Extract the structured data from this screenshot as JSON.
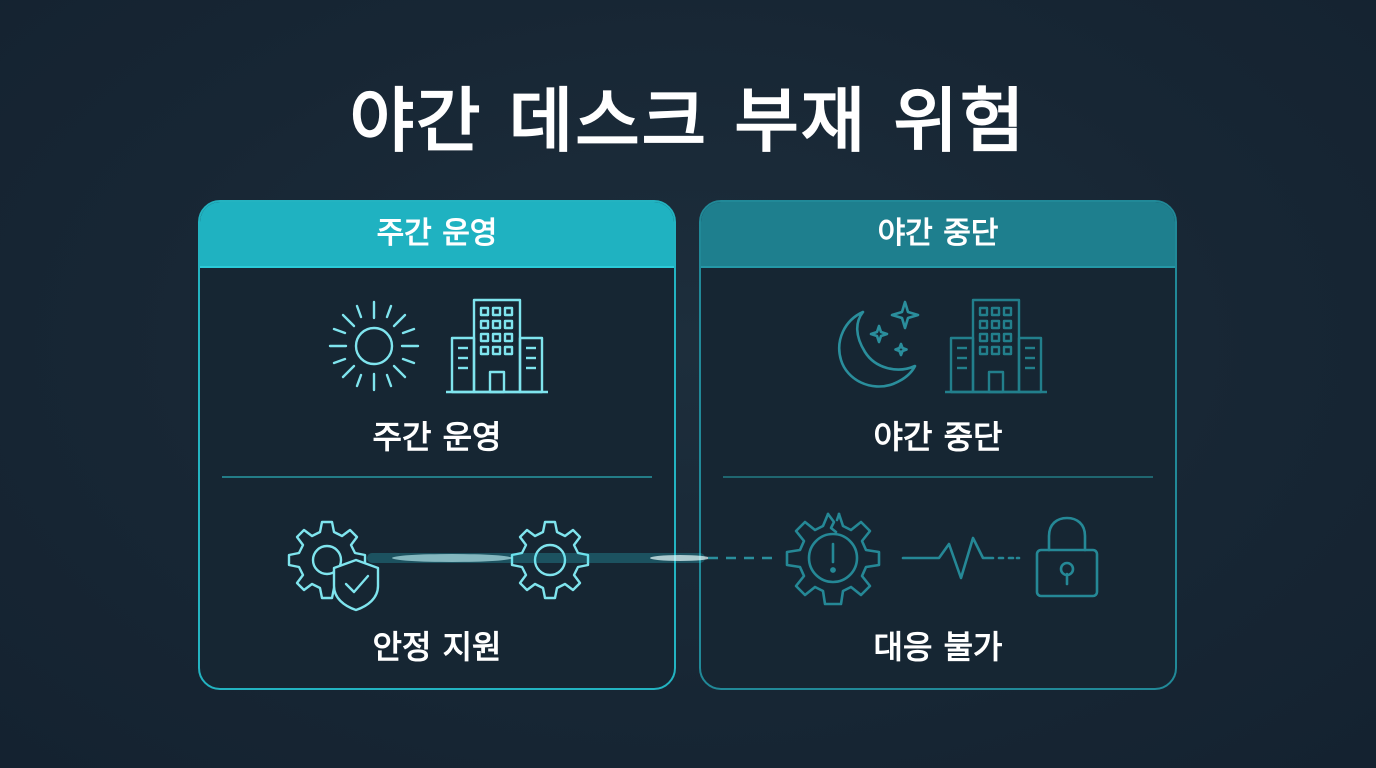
{
  "title": "야간 데스크 부재 위험",
  "day_panel": {
    "header": "주간 운영",
    "top_label": "주간 운영",
    "bottom_label": "안정 지원",
    "color": "#1fb2c1"
  },
  "night_panel": {
    "header": "야간 중단",
    "top_label": "야간 중단",
    "bottom_label": "대응 불가",
    "color": "#1e7f8e"
  },
  "icons": {
    "day_top": [
      "sun-icon",
      "office-building-icon"
    ],
    "day_bottom": [
      "gear-shield-check-icon",
      "gear-icon"
    ],
    "night_top": [
      "moon-stars-icon",
      "office-building-icon"
    ],
    "night_bottom": [
      "broken-gear-warning-icon",
      "heartbeat-line-icon",
      "lock-icon"
    ]
  }
}
